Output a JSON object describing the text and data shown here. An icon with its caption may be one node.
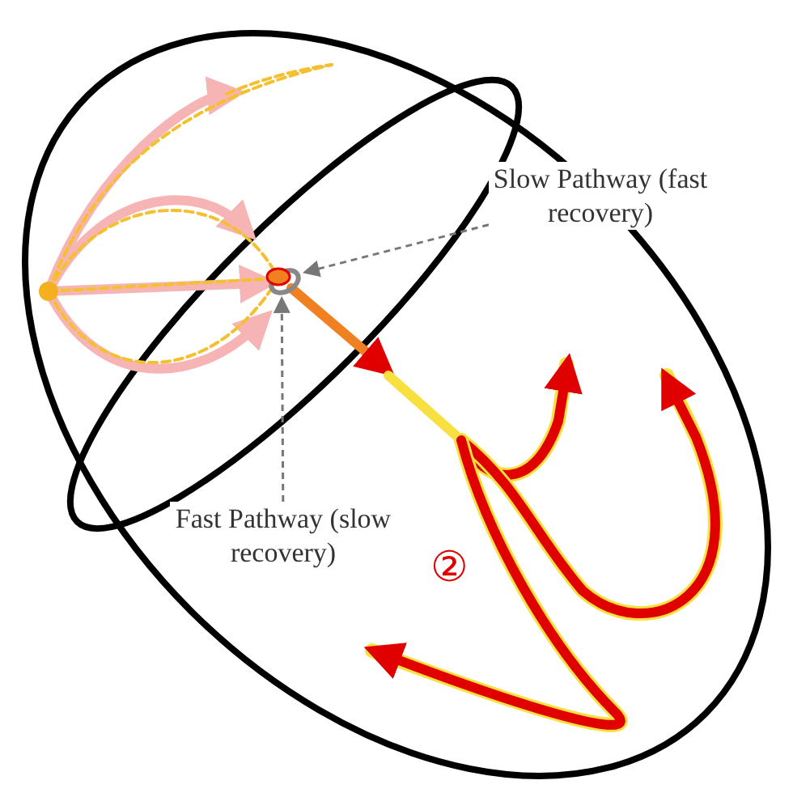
{
  "diagram": {
    "nodes": [
      {
        "text": [
          "Slow Pathway (fast recovery)"
        ]
      },
      {
        "text": [
          "Fast Pathway (slow recovery)"
        ]
      },
      {
        "text": [],
        "shape": "circle"
      }
    ],
    "edges": [
      {
        "from": 0,
        "to": 2,
        "arrow": "to",
        "style": "dashed"
      },
      {
        "from": 1,
        "to": 2,
        "arrow": "to",
        "style": "dashed"
      }
    ],
    "labels": [
      "②"
    ]
  }
}
